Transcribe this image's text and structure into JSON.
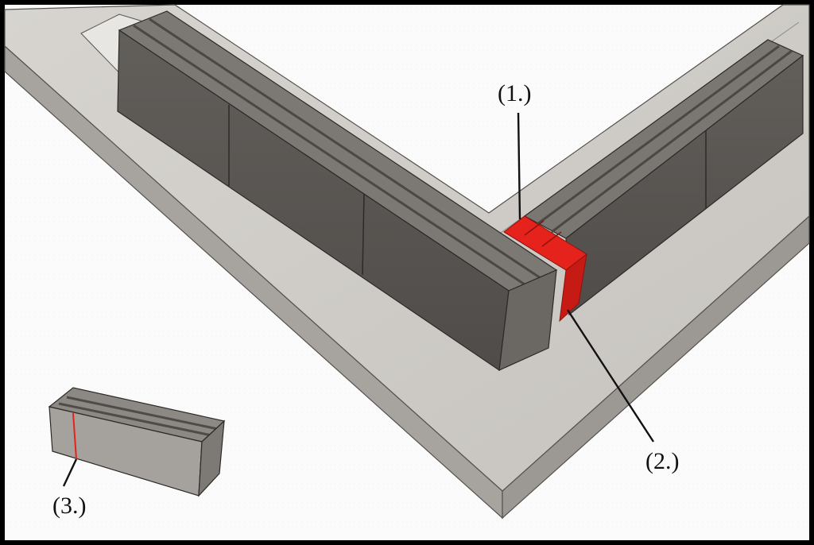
{
  "callouts": {
    "c1": "(1.)",
    "c2": "(2.)",
    "c3": "(3.)"
  },
  "colors": {
    "background": "#fbfbfb",
    "slab_top": "#cfccc7",
    "slab_front": "#a9a6a2",
    "block_face": "#595653",
    "block_top": "#7a7672",
    "highlight": "#e5221b",
    "frame": "#000000"
  }
}
